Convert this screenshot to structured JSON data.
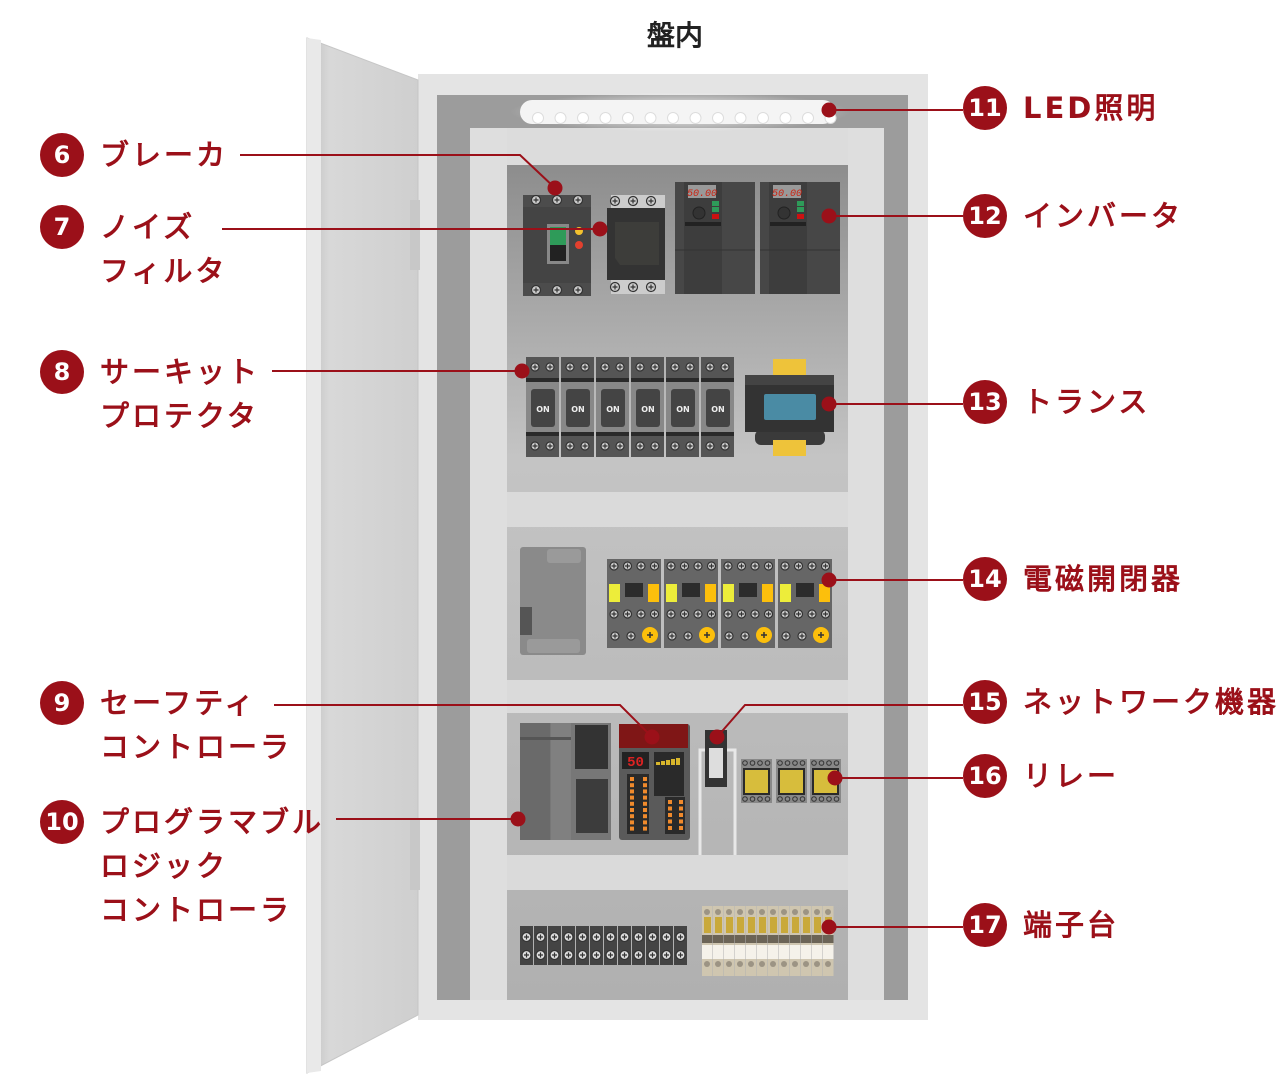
{
  "title": "盤内",
  "colors": {
    "accent": "#9b1019",
    "panel": "#e6e6e6",
    "plate": "#b8b8b8"
  },
  "labels": {
    "breaker": {
      "num": "6",
      "lines": [
        "ブレーカ"
      ]
    },
    "noise_filter": {
      "num": "7",
      "lines": [
        "ノイズ",
        "フィルタ"
      ]
    },
    "circuit_protector": {
      "num": "8",
      "lines": [
        "サーキット",
        "プロテクタ"
      ]
    },
    "safety_controller": {
      "num": "9",
      "lines": [
        "セーフティ",
        "コントローラ"
      ]
    },
    "plc": {
      "num": "10",
      "lines": [
        "プログラマブル",
        "ロジック",
        "コントローラ"
      ]
    },
    "led": {
      "num": "11",
      "lines": [
        "LED照明"
      ]
    },
    "inverter": {
      "num": "12",
      "lines": [
        "インバータ"
      ]
    },
    "transformer": {
      "num": "13",
      "lines": [
        "トランス"
      ]
    },
    "contactor": {
      "num": "14",
      "lines": [
        "電磁開閉器"
      ]
    },
    "network": {
      "num": "15",
      "lines": [
        "ネットワーク機器"
      ]
    },
    "relay": {
      "num": "16",
      "lines": [
        "リレー"
      ]
    },
    "terminal": {
      "num": "17",
      "lines": [
        "端子台"
      ]
    }
  },
  "devices": {
    "inverter_display": [
      "50.00",
      "50.00"
    ],
    "protector_switch": [
      "ON",
      "ON",
      "ON",
      "ON",
      "ON",
      "ON"
    ],
    "safety_display": "50"
  }
}
